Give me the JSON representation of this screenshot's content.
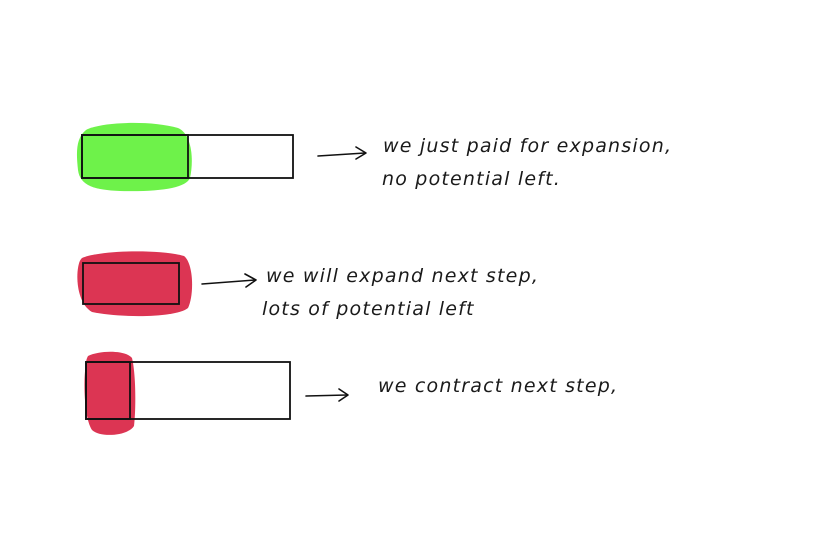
{
  "colors": {
    "green_highlight": "#6ef24a",
    "red_highlight": "#dc3553",
    "stroke": "#111111",
    "background": "#ffffff"
  },
  "rows": [
    {
      "fill_state": "green",
      "lines": [
        "we just paid for expansion,",
        "no potential left."
      ]
    },
    {
      "fill_state": "red",
      "lines": [
        "we will expand next step,",
        "lots of potential left"
      ]
    },
    {
      "fill_state": "red",
      "lines": [
        "we contract next step,"
      ]
    }
  ]
}
